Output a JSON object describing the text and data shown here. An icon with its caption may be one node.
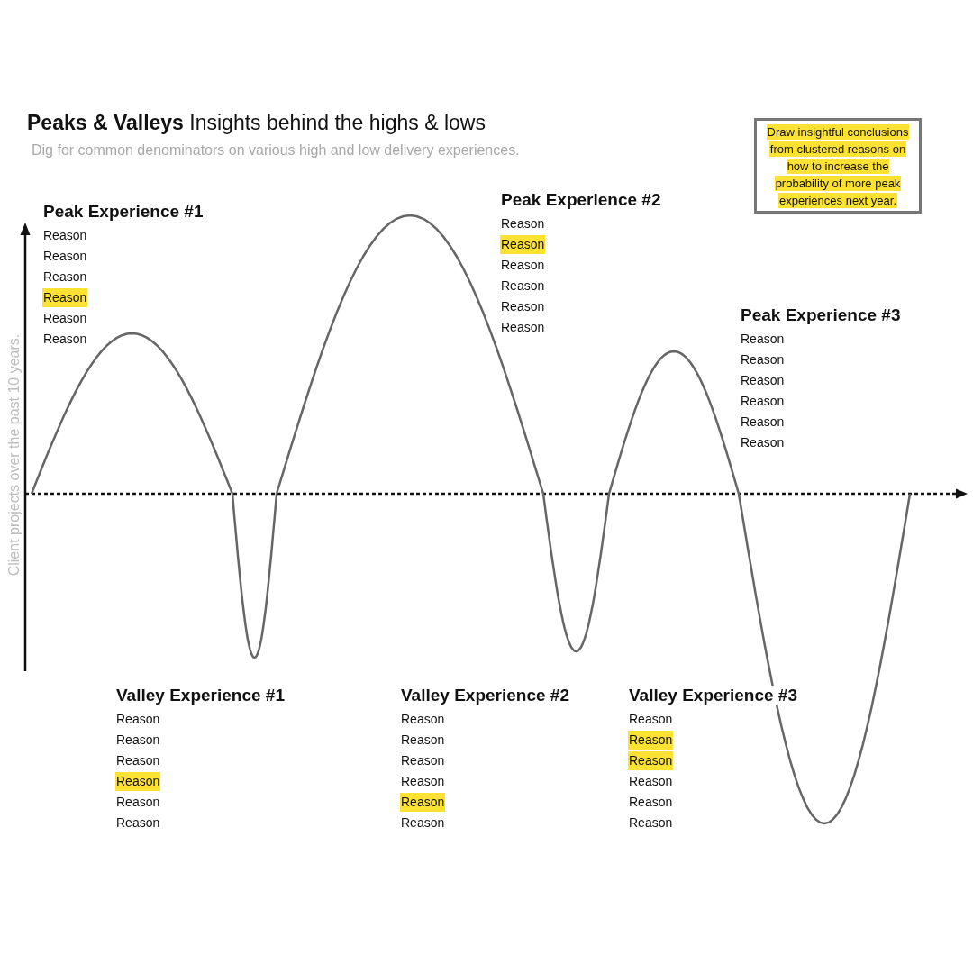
{
  "diagram": {
    "title": "**Peaks & Valleys** Insights behind the highs & lows",
    "nodes": [
      {
        "text": [
          "Draw insightful conclusions from clustered reasons on how to increase the probability of more peak experiences next year."
        ]
      },
      {
        "text": [
          "Reason"
        ]
      },
      {
        "text": [
          "Reason"
        ]
      },
      {
        "text": [
          "Reason"
        ]
      },
      {
        "text": [
          "Reason"
        ]
      },
      {
        "text": [
          "Reason"
        ]
      },
      {
        "text": [
          "Reason"
        ]
      }
    ],
    "labels": [
      "Dig for common denominators on various high and low delivery experiences.",
      "Client projects over the past 10 years.",
      "Peak Experience #1",
      "Reason",
      "Reason",
      "Reason",
      "Reason",
      "Reason",
      "Peak Experience #2",
      "Reason",
      "Reason",
      "Reason",
      "Reason",
      "Reason",
      "Peak Experience #3",
      "Reason",
      "Reason",
      "Reason",
      "Reason",
      "Reason",
      "Reason",
      "Valley Experience #1",
      "Reason",
      "Reason",
      "Reason",
      "Reason",
      "Reason",
      "Valley Experience #2",
      "Reason",
      "Reason",
      "Reason",
      "Reason",
      "Reason",
      "Valley Experience #3",
      "Reason",
      "Reason",
      "Reason",
      "Reason"
    ]
  }
}
